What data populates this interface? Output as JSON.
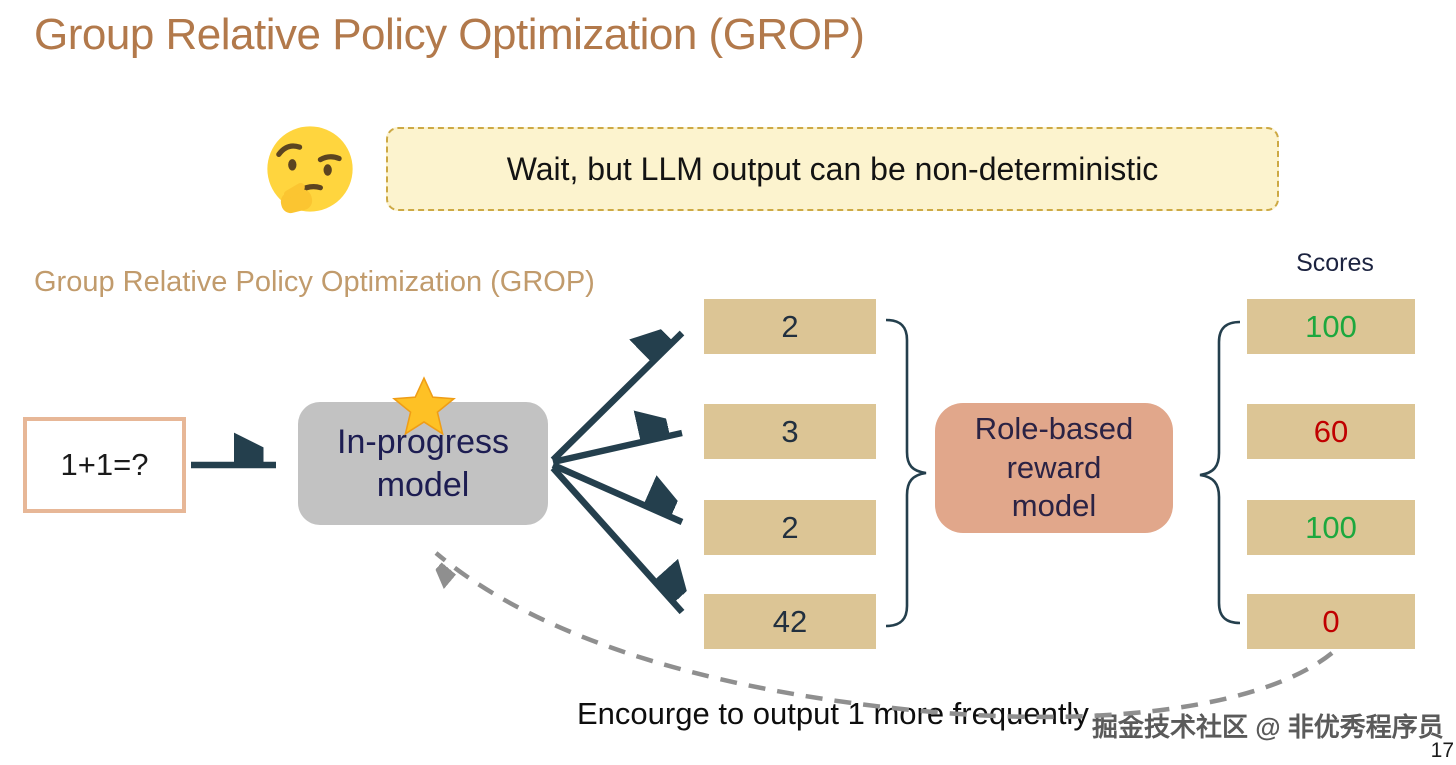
{
  "slide": {
    "title": "Group Relative Policy Optimization (GROP)",
    "page_number": "17",
    "watermark": "掘金技术社区 @ 非优秀程序员"
  },
  "callout": {
    "icon": "thinking-face-emoji",
    "text": "Wait, but LLM output can be non-deterministic"
  },
  "diagram": {
    "subtitle": "Group Relative Policy Optimization (GROP)",
    "input": {
      "label": "1+1=?"
    },
    "policy_model": {
      "label_line1": "In-progress",
      "label_line2": "model",
      "badge": "star-icon"
    },
    "outputs": [
      {
        "value": "2"
      },
      {
        "value": "3"
      },
      {
        "value": "2"
      },
      {
        "value": "42"
      }
    ],
    "reward_model": {
      "label_line1": "Role-based",
      "label_line2": "reward",
      "label_line3": "model"
    },
    "scores_header": "Scores",
    "scores": [
      {
        "value": "100",
        "color": "#1ca83e"
      },
      {
        "value": "60",
        "color": "#c00000"
      },
      {
        "value": "100",
        "color": "#1ca83e"
      },
      {
        "value": "0",
        "color": "#c00000"
      }
    ],
    "feedback_caption": "Encourge to output 1 more frequently"
  },
  "colors": {
    "title_brown": "#b2794b",
    "subtitle_tan": "#c19b6c",
    "callout_bg": "#fcf3ce",
    "callout_border": "#cda944",
    "answer_box_tan": "#dcc595",
    "reward_box_salmon": "#e1a78b",
    "model_box_gray": "#c2c2c2",
    "input_box_border": "#e7b797",
    "arrow_dark": "#243f4d",
    "feedback_arrow_gray": "#919191",
    "score_green": "#1ca83e",
    "score_red": "#c00000"
  }
}
